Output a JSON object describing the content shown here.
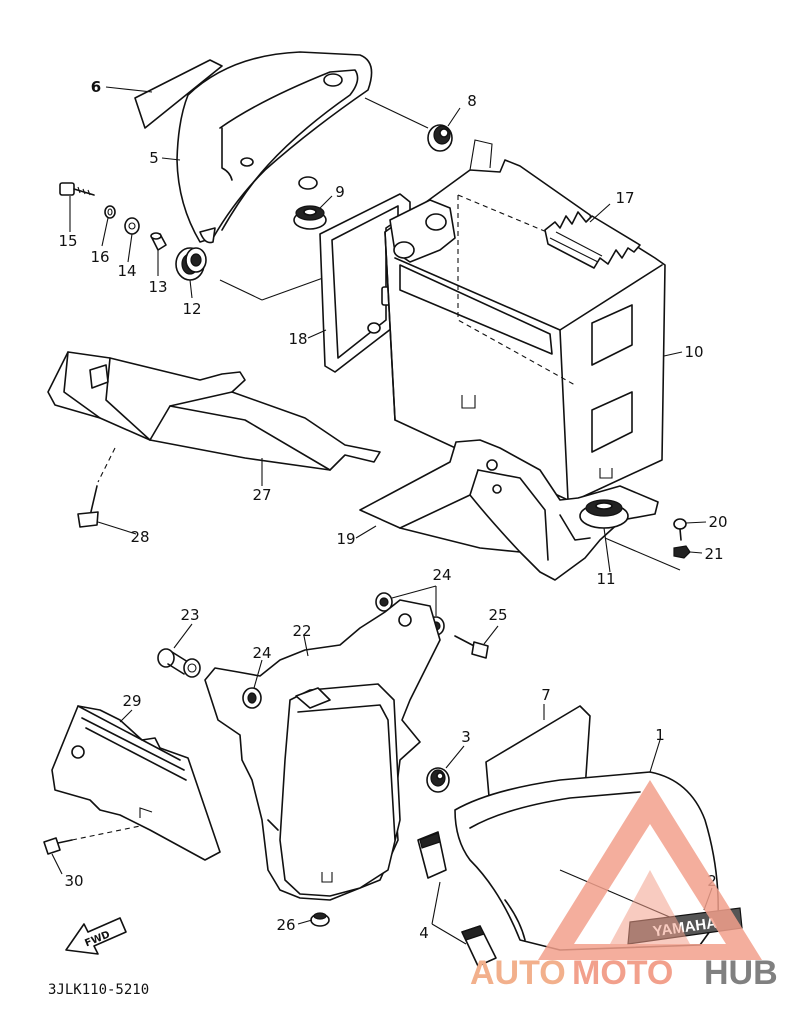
{
  "diagram_code": "3JLK110-5210",
  "fwd_label": "FWD",
  "decal_text": "YAMAHA",
  "watermark": {
    "part1": "AUTO",
    "part2": "MOTO",
    "part3": "HUB",
    "color_main": "#f2a08c",
    "color_dark": "#808080"
  },
  "callouts": {
    "c1": "1",
    "c2": "2",
    "c3": "3",
    "c4": "4",
    "c5": "5",
    "c6": "6",
    "c7": "7",
    "c8": "8",
    "c9": "9",
    "c10": "10",
    "c11": "11",
    "c12": "12",
    "c13": "13",
    "c14": "14",
    "c15": "15",
    "c16": "16",
    "c17": "17",
    "c18": "18",
    "c19": "19",
    "c20": "20",
    "c21": "21",
    "c22": "22",
    "c23": "23",
    "c24a": "24",
    "c24b": "24",
    "c25": "25",
    "c26": "26",
    "c27": "27",
    "c28": "28",
    "c29": "29",
    "c30": "30"
  }
}
